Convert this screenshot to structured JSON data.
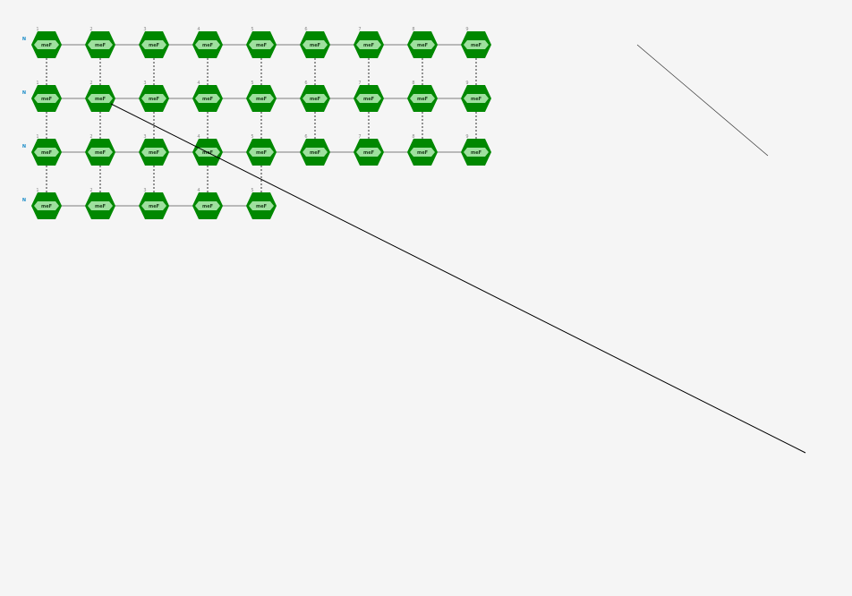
{
  "colors": {
    "background": "#f5f5f5",
    "hex_outer": "#008800",
    "hex_inner": "#9ee09e",
    "row_label": "#1a8cc8",
    "number": "#888888",
    "line": "#000000"
  },
  "rows": [
    {
      "label": "N",
      "nodes": [
        {
          "num": "1",
          "label": "meF"
        },
        {
          "num": "2",
          "label": "meF"
        },
        {
          "num": "3",
          "label": "meF"
        },
        {
          "num": "4",
          "label": "meF"
        },
        {
          "num": "5",
          "label": "meF"
        },
        {
          "num": "6",
          "label": "meF"
        },
        {
          "num": "7",
          "label": "meF"
        },
        {
          "num": "8",
          "label": "meF"
        },
        {
          "num": "9",
          "label": "meF"
        }
      ]
    },
    {
      "label": "N",
      "nodes": [
        {
          "num": "1",
          "label": "meF"
        },
        {
          "num": "2",
          "label": "meF"
        },
        {
          "num": "3",
          "label": "meF"
        },
        {
          "num": "4",
          "label": "meF"
        },
        {
          "num": "5",
          "label": "meF"
        },
        {
          "num": "6",
          "label": "meF"
        },
        {
          "num": "7",
          "label": "meF"
        },
        {
          "num": "8",
          "label": "meF"
        },
        {
          "num": "9",
          "label": "meF"
        }
      ]
    },
    {
      "label": "N",
      "nodes": [
        {
          "num": "1",
          "label": "meF"
        },
        {
          "num": "2",
          "label": "meF"
        },
        {
          "num": "3",
          "label": "meF"
        },
        {
          "num": "4",
          "label": "meF"
        },
        {
          "num": "5",
          "label": "meF"
        },
        {
          "num": "6",
          "label": "meF"
        },
        {
          "num": "7",
          "label": "meF"
        },
        {
          "num": "8",
          "label": "meF"
        },
        {
          "num": "9",
          "label": "meF"
        }
      ]
    },
    {
      "label": "N",
      "nodes": [
        {
          "num": "1",
          "label": "meF"
        },
        {
          "num": "2",
          "label": "meF"
        },
        {
          "num": "3",
          "label": "meF"
        },
        {
          "num": "4",
          "label": "meF"
        },
        {
          "num": "5",
          "label": "meF"
        }
      ]
    }
  ]
}
